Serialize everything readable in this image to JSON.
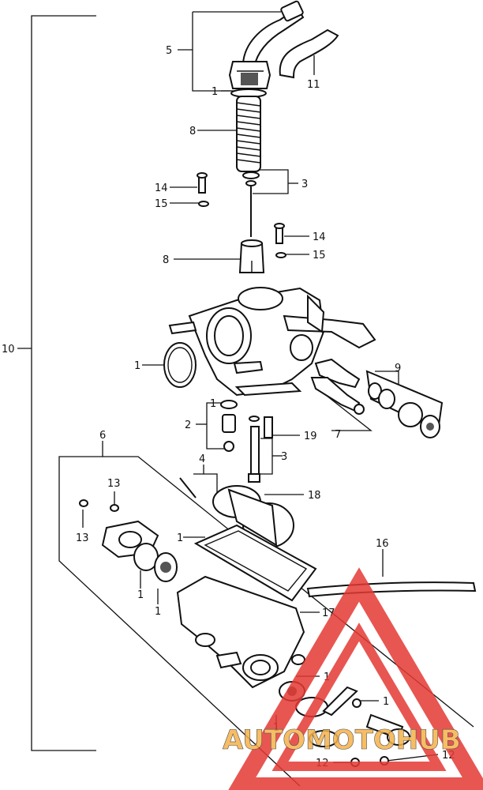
{
  "callouts": [
    {
      "id": "c5",
      "text": "5"
    },
    {
      "id": "c1a",
      "text": "1"
    },
    {
      "id": "c11",
      "text": "11"
    },
    {
      "id": "c8a",
      "text": "8"
    },
    {
      "id": "c3a",
      "text": "3"
    },
    {
      "id": "c14a",
      "text": "14"
    },
    {
      "id": "c15a",
      "text": "15"
    },
    {
      "id": "c14b",
      "text": "14"
    },
    {
      "id": "c15b",
      "text": "15"
    },
    {
      "id": "c8b",
      "text": "8"
    },
    {
      "id": "c10",
      "text": "10"
    },
    {
      "id": "c1b",
      "text": "1"
    },
    {
      "id": "c9",
      "text": "9"
    },
    {
      "id": "c1c",
      "text": "1"
    },
    {
      "id": "c2",
      "text": "2"
    },
    {
      "id": "c19",
      "text": "19"
    },
    {
      "id": "c7",
      "text": "7"
    },
    {
      "id": "c6",
      "text": "6"
    },
    {
      "id": "c3b",
      "text": "3"
    },
    {
      "id": "c4",
      "text": "4"
    },
    {
      "id": "c13a",
      "text": "13"
    },
    {
      "id": "c18",
      "text": "18"
    },
    {
      "id": "c13b",
      "text": "13"
    },
    {
      "id": "c1d",
      "text": "1"
    },
    {
      "id": "c16",
      "text": "16"
    },
    {
      "id": "c1e",
      "text": "1"
    },
    {
      "id": "c1f",
      "text": "1"
    },
    {
      "id": "c17",
      "text": "17"
    },
    {
      "id": "c1g",
      "text": "1"
    },
    {
      "id": "c1h",
      "text": "1"
    },
    {
      "id": "c1i",
      "text": "1"
    },
    {
      "id": "c12a",
      "text": "12"
    },
    {
      "id": "c12b",
      "text": "12"
    }
  ],
  "watermark": {
    "text": "AUTOMOTOHUB",
    "color_primary": "#e53935",
    "color_secondary": "#f6b24a",
    "color_dark": "#333333"
  }
}
